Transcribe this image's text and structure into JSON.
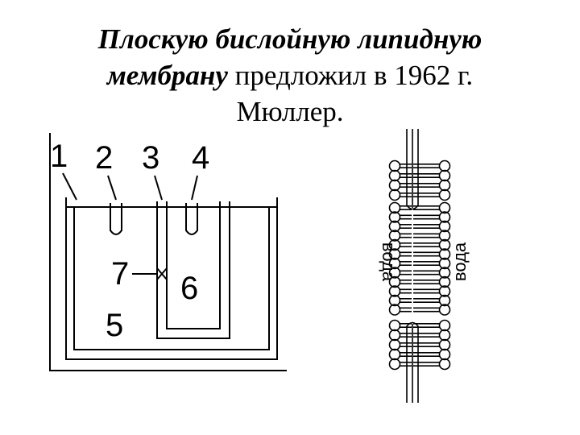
{
  "slide": {
    "title_line1": "Плоскую бислойную липидную",
    "title_line2_em": "мембрану",
    "title_line2_rest": " предложил в 1962 г.",
    "title_line3": "Мюллер."
  },
  "apparatus": {
    "labels": [
      "1",
      "2",
      "3",
      "4",
      "5",
      "6",
      "7"
    ]
  },
  "membrane": {
    "left_label": "вода",
    "right_label": "вода"
  }
}
